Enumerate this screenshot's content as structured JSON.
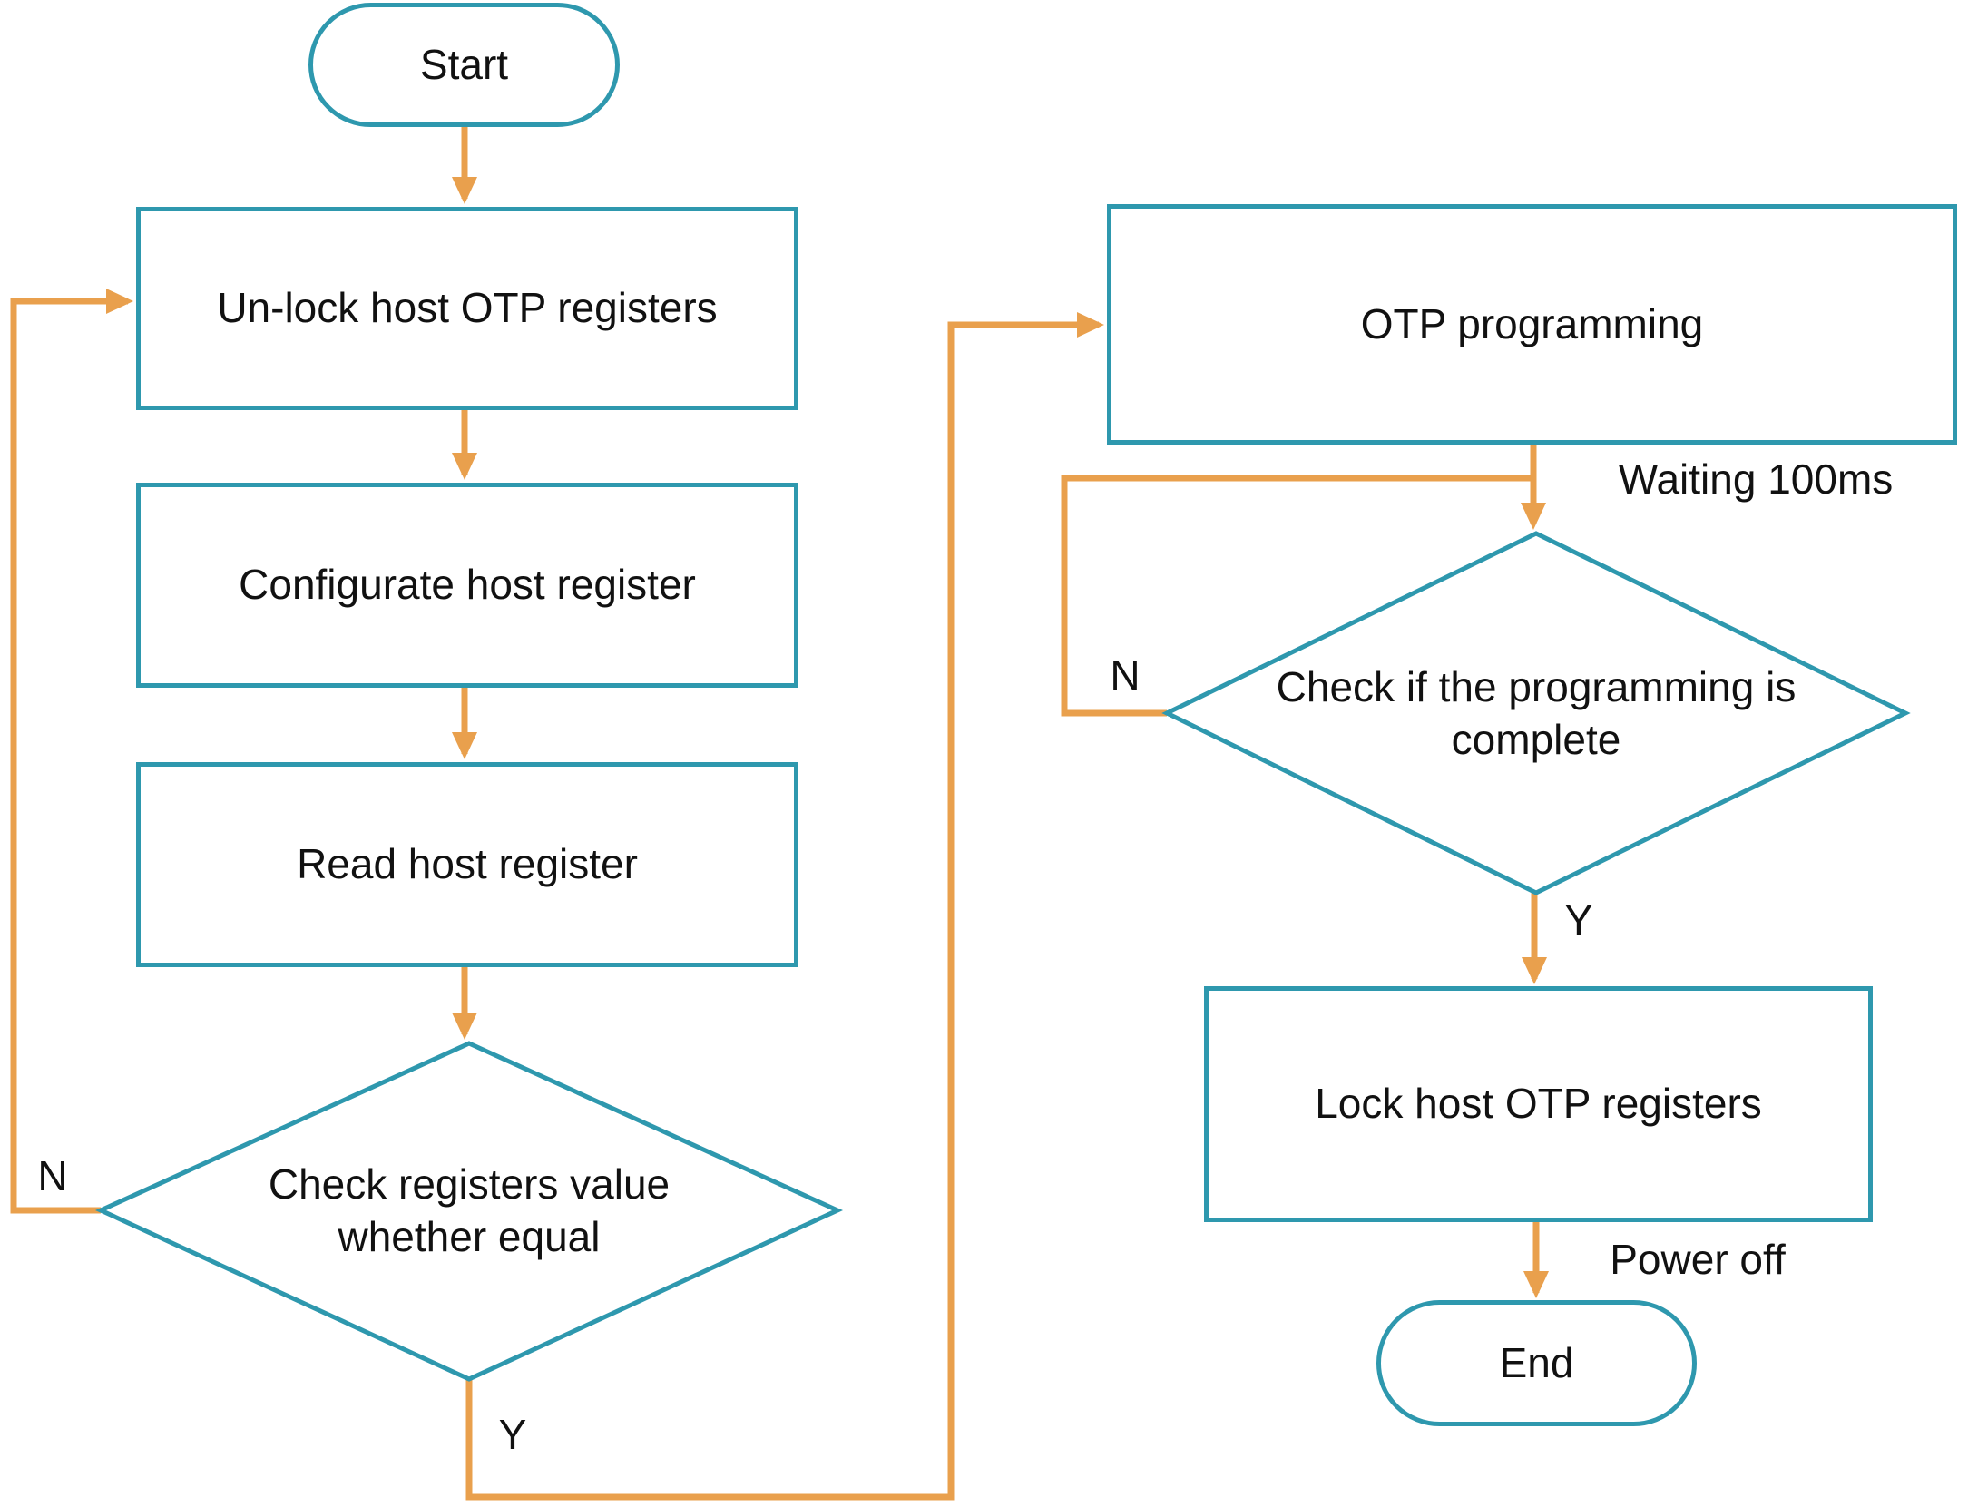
{
  "colors": {
    "node_border": "#2e98ae",
    "connector": "#e9a04d",
    "text": "#111111",
    "background": "#ffffff"
  },
  "nodes": {
    "start": {
      "label": "Start",
      "type": "terminator"
    },
    "unlock": {
      "label": "Un-lock host OTP registers",
      "type": "process"
    },
    "configurate": {
      "label": "Configurate host register",
      "type": "process"
    },
    "read": {
      "label": "Read host register",
      "type": "process"
    },
    "check_equal": {
      "label": "Check registers value whether equal",
      "type": "decision"
    },
    "otp_programming": {
      "label": "OTP programming",
      "type": "process"
    },
    "check_complete": {
      "label": "Check if the programming is complete",
      "type": "decision"
    },
    "lock": {
      "label": "Lock host OTP registers",
      "type": "process"
    },
    "end": {
      "label": "End",
      "type": "terminator"
    }
  },
  "edge_labels": {
    "check_equal_no": "N",
    "check_equal_yes": "Y",
    "check_complete_no": "N",
    "check_complete_yes": "Y",
    "waiting": "Waiting 100ms",
    "power_off": "Power off"
  }
}
